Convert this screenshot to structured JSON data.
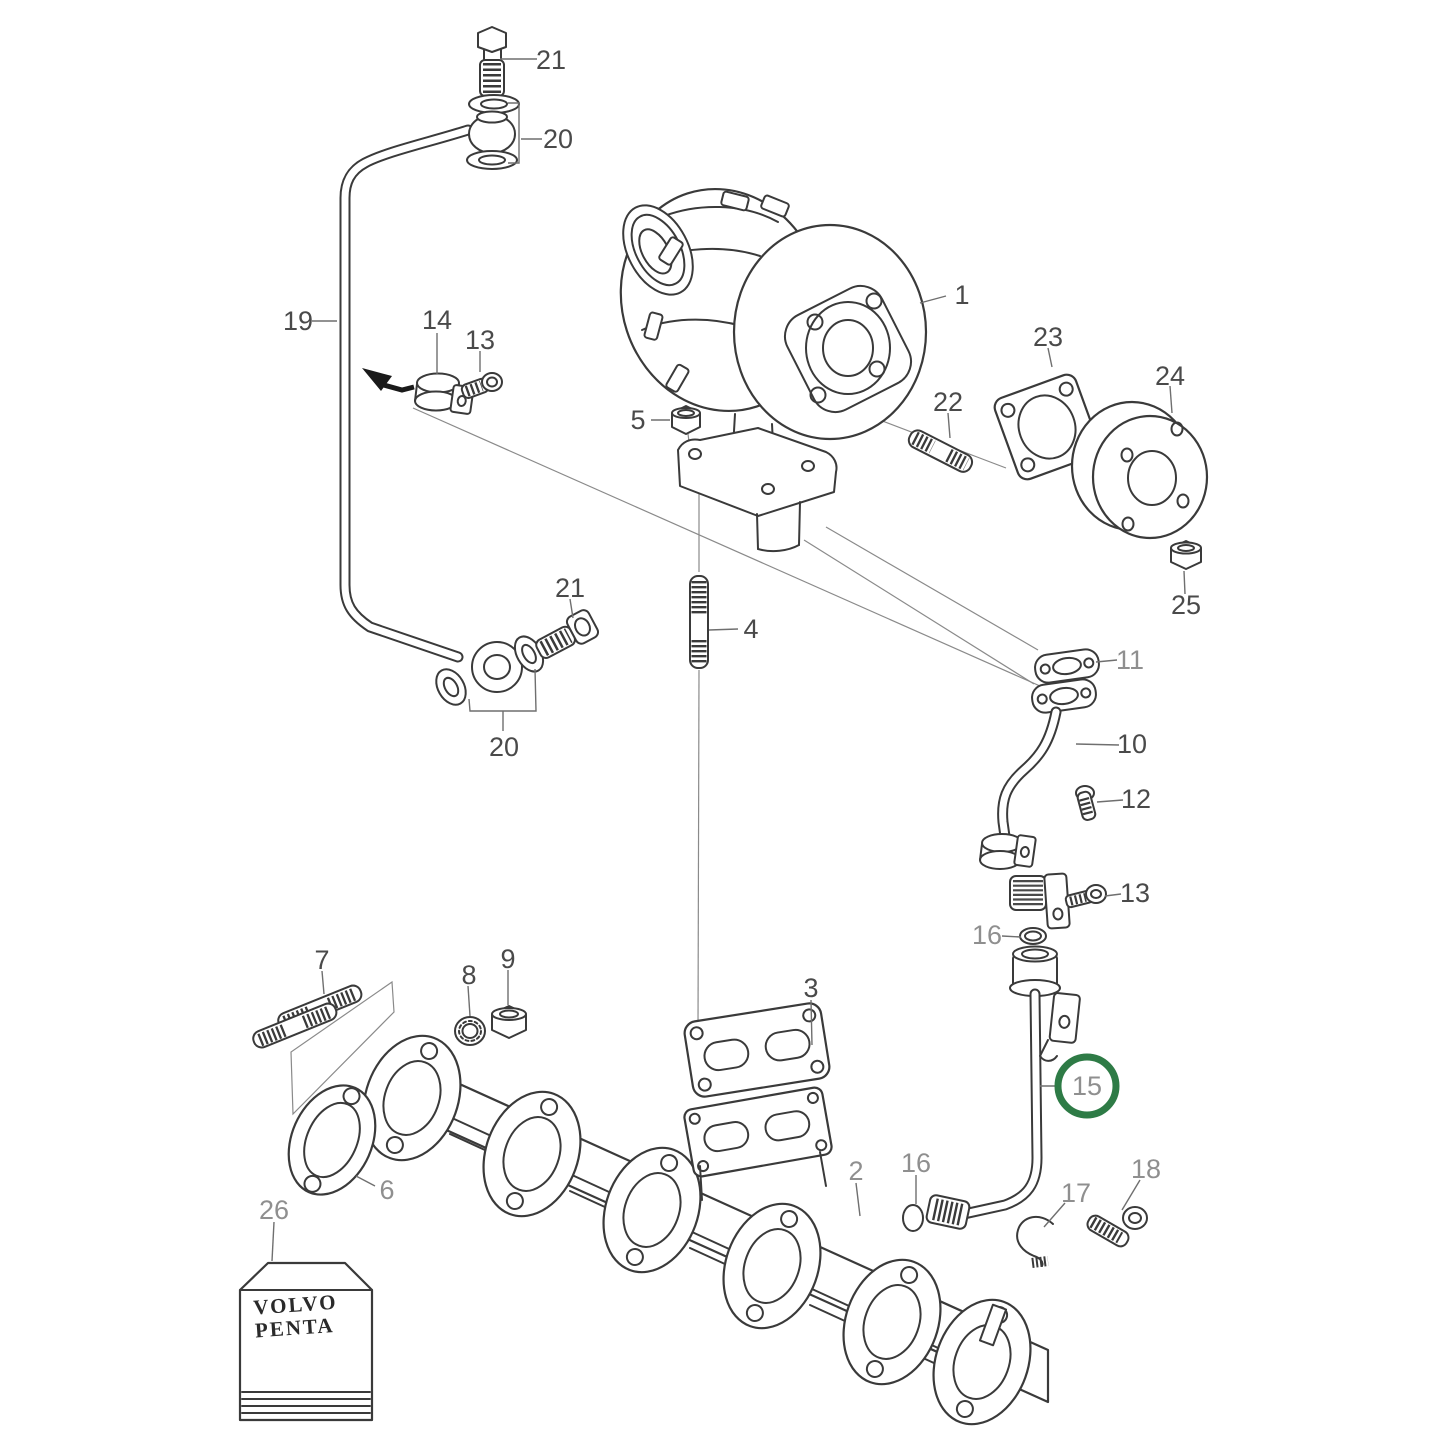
{
  "diagram": {
    "description": "Exploded parts diagram of a marine turbocharger with exhaust manifold, oil feed and drain lines",
    "highlighted_part": "15",
    "highlight_color": "#2e7b46",
    "line_color": "#3a3a3a",
    "brand": {
      "line1": "VOLVO",
      "line2": "PENTA"
    }
  },
  "callouts": [
    {
      "text": "21"
    },
    {
      "text": "20"
    },
    {
      "text": "19"
    },
    {
      "text": "14"
    },
    {
      "text": "13"
    },
    {
      "text": "1"
    },
    {
      "text": "5"
    },
    {
      "text": "22"
    },
    {
      "text": "23"
    },
    {
      "text": "24"
    },
    {
      "text": "25"
    },
    {
      "text": "21"
    },
    {
      "text": "20"
    },
    {
      "text": "4"
    },
    {
      "text": "11"
    },
    {
      "text": "10"
    },
    {
      "text": "12"
    },
    {
      "text": "13"
    },
    {
      "text": "16"
    },
    {
      "text": "15"
    },
    {
      "text": "3"
    },
    {
      "text": "2"
    },
    {
      "text": "16"
    },
    {
      "text": "17"
    },
    {
      "text": "18"
    },
    {
      "text": "7"
    },
    {
      "text": "8"
    },
    {
      "text": "9"
    },
    {
      "text": "6"
    },
    {
      "text": "26"
    }
  ]
}
